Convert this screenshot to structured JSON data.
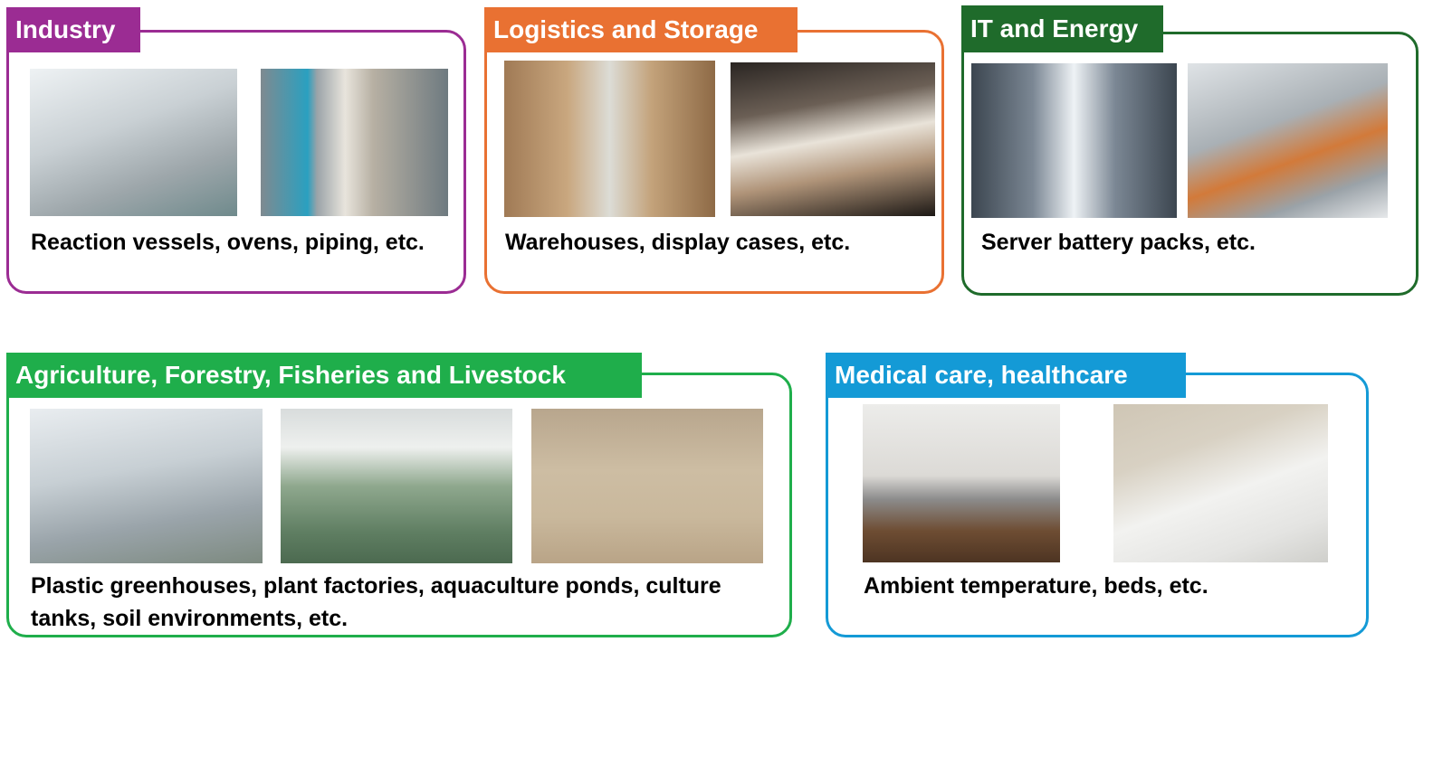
{
  "categories": [
    {
      "title": "Industry",
      "color": "#9b2c93",
      "description": "Reaction vessels, ovens, piping, etc.",
      "photos": [
        "reaction-vessel-photo",
        "industrial-oven-photo"
      ]
    },
    {
      "title": "Logistics and Storage",
      "color": "#e97132",
      "description": "Warehouses, display cases, etc.",
      "photos": [
        "warehouse-photo",
        "display-case-photo"
      ]
    },
    {
      "title": "IT and Energy",
      "color": "#1f6b2b",
      "description": "Server battery packs, etc.",
      "photos": [
        "server-room-photo",
        "battery-pack-photo"
      ]
    },
    {
      "title": "Agriculture, Forestry, Fisheries and Livestock",
      "color": "#1fae4b",
      "description": "Plastic greenhouses, plant factories, aquaculture ponds, culture tanks, soil environments, etc.",
      "photos": [
        "greenhouse-photo",
        "aquaculture-tank-photo",
        "soil-field-photo"
      ]
    },
    {
      "title": "Medical care, healthcare",
      "color": "#149ad6",
      "description": "Ambient temperature, beds, etc.",
      "photos": [
        "living-room-photo",
        "hospital-bed-photo"
      ]
    }
  ]
}
